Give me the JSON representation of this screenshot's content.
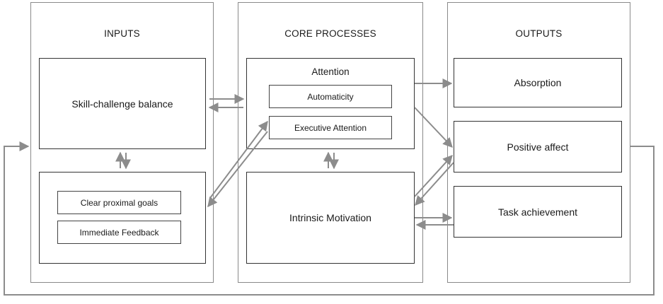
{
  "columns": {
    "inputs": {
      "title": "INPUTS",
      "skill_box": "Skill-challenge balance",
      "goals": "Clear proximal goals",
      "feedback": "Immediate Feedback"
    },
    "core": {
      "title": "CORE PROCESSES",
      "attention": "Attention",
      "automaticity": "Automaticity",
      "executive": "Executive Attention",
      "motivation": "Intrinsic Motivation"
    },
    "outputs": {
      "title": "OUTPUTS",
      "absorption": "Absorption",
      "positive": "Positive affect",
      "task": "Task achievement"
    }
  },
  "colors": {
    "arrow": "#8c8c8c",
    "box_border": "#333333",
    "column_border": "#8a8a8a"
  }
}
